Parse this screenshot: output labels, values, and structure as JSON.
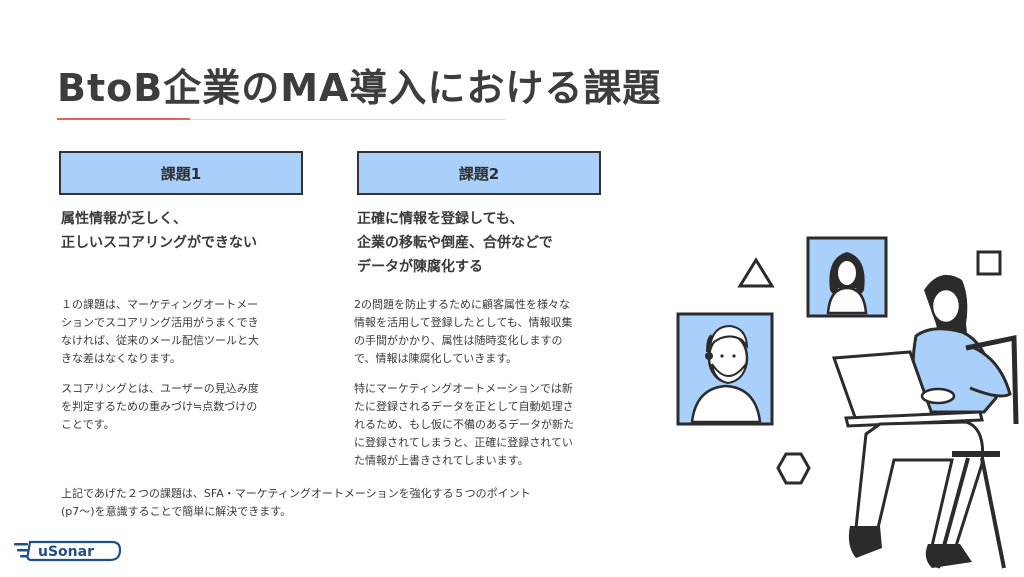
{
  "title": "BtoB企業のMA導入における課題",
  "issue1": {
    "tag": "課題1",
    "heading_lines": [
      "属性情報が乏しく、",
      "正しいスコアリングができない"
    ],
    "para1_lines": [
      "１の課題は、マーケティングオートメー",
      "ションでスコアリング活用がうまくでき",
      "なければ、従来のメール配信ツールと大",
      "きな差はなくなります。"
    ],
    "para2_lines": [
      "スコアリングとは、ユーザーの見込み度",
      "を判定するための重みづけ≒点数づけの",
      "ことです。"
    ]
  },
  "issue2": {
    "tag": "課題2",
    "heading_lines": [
      "正確に情報を登録しても、",
      "企業の移転や倒産、合併などで",
      "データが陳腐化する"
    ],
    "para1_lines": [
      "2の問題を防止するために顧客属性を様々な",
      "情報を活用して登録したとしても、情報収集",
      "の手間がかかり、属性は随時変化しますの",
      "で、情報は陳腐化していきます。"
    ],
    "para2_lines": [
      "特にマーケティングオートメーションでは新",
      "たに登録されるデータを正として自動処理さ",
      "れるため、もし仮に不備のあるデータが新た",
      "に登録されてしまうと、正確に登録されてい",
      "た情報が上書きされてしまいます。"
    ]
  },
  "footer_lines": [
    "上記であげた２つの課題は、SFA・マーケティングオートメーションを強化する５つのポイント",
    "(p7〜)を意識することで簡単に解決できます。"
  ],
  "logo_text": "uSonar",
  "colors": {
    "accent_red": "#e8625c",
    "tag_blue": "#a9d0fa",
    "illus_blue": "#a9d0fa",
    "ink": "#2b2b2b"
  }
}
